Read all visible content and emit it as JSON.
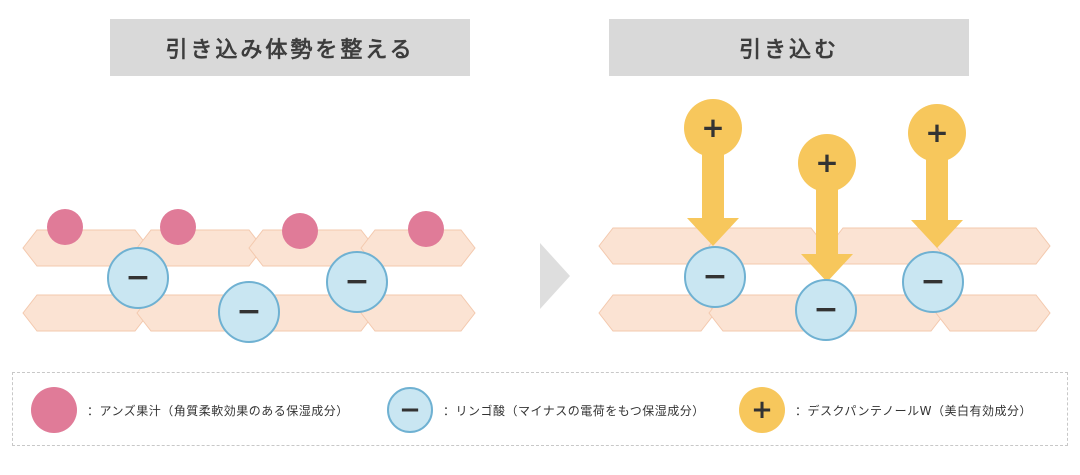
{
  "titles": {
    "left": "引き込み体勢を整える",
    "right": "引き込む"
  },
  "symbols": {
    "minus": "−",
    "plus": "+"
  },
  "colors": {
    "apricot": "#e07b98",
    "minus_fill": "#c9e6f2",
    "minus_stroke": "#6fb1d2",
    "plus_fill": "#f7c75c",
    "cell_fill": "#fbe3d3",
    "cell_stroke": "#f3c9ae",
    "title_bg": "#d9d9d9",
    "arrow_fill": "#dedede"
  },
  "legend": {
    "items": [
      {
        "label": "：アンズ果汁（角質柔軟効果のある保湿成分）"
      },
      {
        "label": "：リンゴ酸（マイナスの電荷をもつ保湿成分）",
        "symbol": "−"
      },
      {
        "label": "：デスクパンテノールW（美白有効成分）",
        "symbol": "+"
      }
    ]
  }
}
